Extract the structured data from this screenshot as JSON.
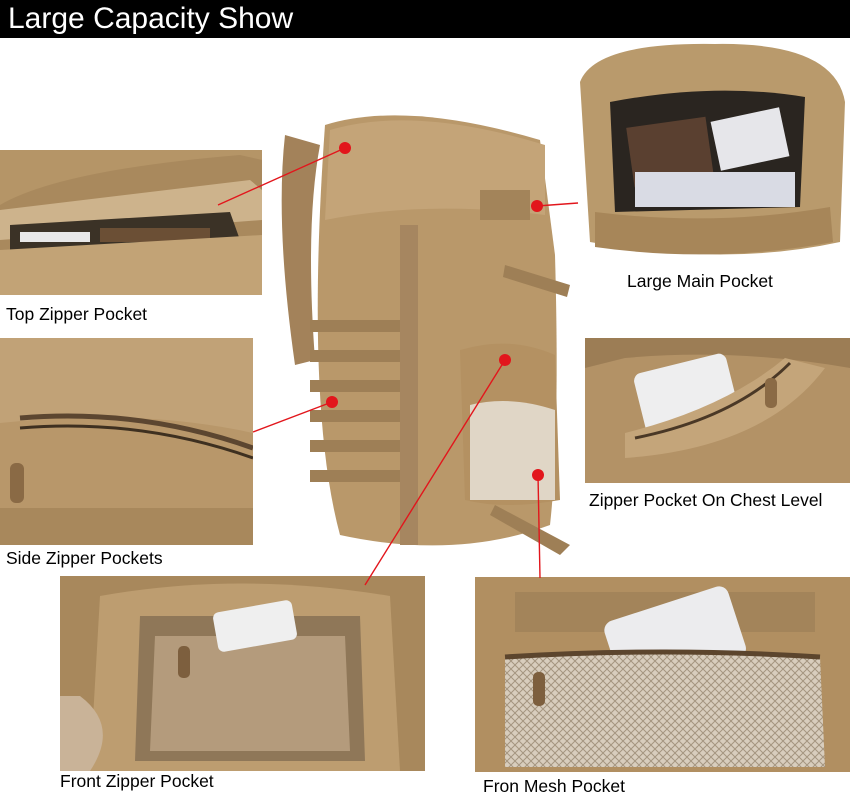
{
  "header": {
    "title": "Large Capacity Show"
  },
  "colors": {
    "fabric": "#b9986a",
    "fabric_dark": "#8e6f47",
    "fabric_light": "#cdb089",
    "callout": "#e2161c",
    "header_bg": "#000000"
  },
  "captions": {
    "top_zipper": "Top Zipper Pocket",
    "large_main": "Large Main Pocket",
    "side_zipper": "Side Zipper Pockets",
    "chest_zipper": "Zipper Pocket On Chest Level",
    "front_zipper": "Front Zipper Pocket",
    "front_mesh": "Fron Mesh Pocket"
  }
}
